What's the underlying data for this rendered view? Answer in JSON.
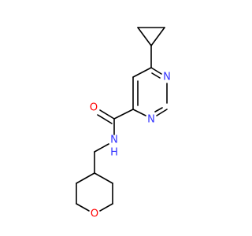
{
  "molecule": {
    "atoms": [
      {
        "id": "n_top",
        "label": "N",
        "color": "#3333ff"
      },
      {
        "id": "n_bottom",
        "label": "N",
        "color": "#3333ff"
      },
      {
        "id": "o_carbonyl",
        "label": "O",
        "color": "#ff0000"
      },
      {
        "id": "n_amide",
        "label": "N",
        "color": "#3333ff"
      },
      {
        "id": "h_amide",
        "label": "H",
        "color": "#3333ff"
      },
      {
        "id": "o_ring",
        "label": "O",
        "color": "#ff0000"
      }
    ],
    "bond_color": "#000000"
  }
}
